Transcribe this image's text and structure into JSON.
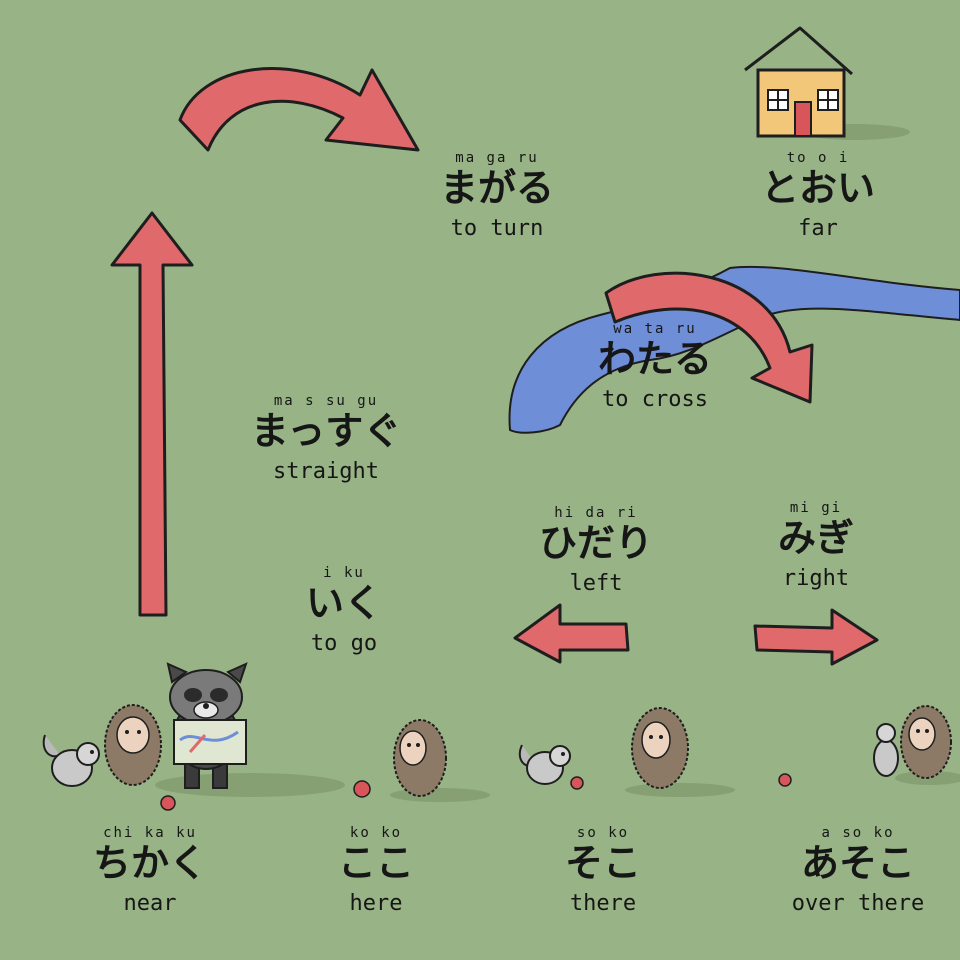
{
  "colors": {
    "background": "#98b486",
    "arrow": "#e06a6b",
    "river": "#6f8ed8",
    "house": "#f2c77a"
  },
  "vocab": {
    "magaru": {
      "romaji": "ma ga ru",
      "kana": "まがる",
      "meaning": "to turn"
    },
    "tooi": {
      "romaji": "to o i",
      "kana": "とおい",
      "meaning": "far"
    },
    "wataru": {
      "romaji": "wa ta ru",
      "kana": "わたる",
      "meaning": "to cross"
    },
    "massugu": {
      "romaji": "ma s su gu",
      "kana": "まっすぐ",
      "meaning": "straight"
    },
    "hidari": {
      "romaji": "hi da ri",
      "kana": "ひだり",
      "meaning": "left"
    },
    "migi": {
      "romaji": "mi gi",
      "kana": "みぎ",
      "meaning": "right"
    },
    "iku": {
      "romaji": "i ku",
      "kana": "いく",
      "meaning": "to go"
    },
    "chikaku": {
      "romaji": "chi ka ku",
      "kana": "ちかく",
      "meaning": "near"
    },
    "koko": {
      "romaji": "ko ko",
      "kana": "ここ",
      "meaning": "here"
    },
    "soko": {
      "romaji": "so ko",
      "kana": "そこ",
      "meaning": "there"
    },
    "asoko": {
      "romaji": "a so ko",
      "kana": "あそこ",
      "meaning": "over there"
    }
  }
}
